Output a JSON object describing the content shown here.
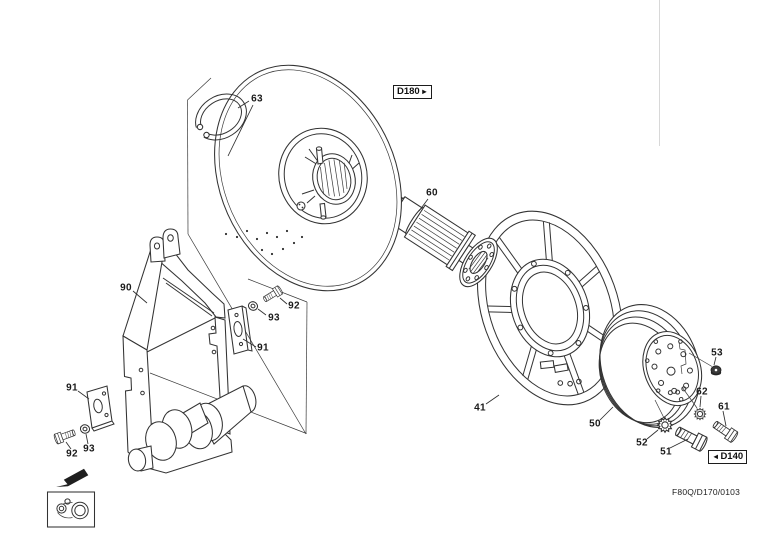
{
  "page": {
    "background": "#ffffff",
    "ink": "#333333"
  },
  "drawing": {
    "code": "F80Q/D170/0103",
    "cross_refs": {
      "next": {
        "label": "D180",
        "arrow": "►"
      },
      "prev": {
        "label": "D140",
        "arrow": "◄"
      }
    },
    "part_labels": {
      "p41": "41",
      "p50": "50",
      "p51": "51",
      "p52": "52",
      "p53": "53",
      "p60": "60",
      "p61": "61",
      "p62": "62",
      "p63": "63",
      "p90": "90",
      "p91_left": "91",
      "p91_right": "91",
      "p92_top": "92",
      "p92_bottom": "92",
      "p93_top": "93",
      "p93_bottom": "93"
    }
  }
}
